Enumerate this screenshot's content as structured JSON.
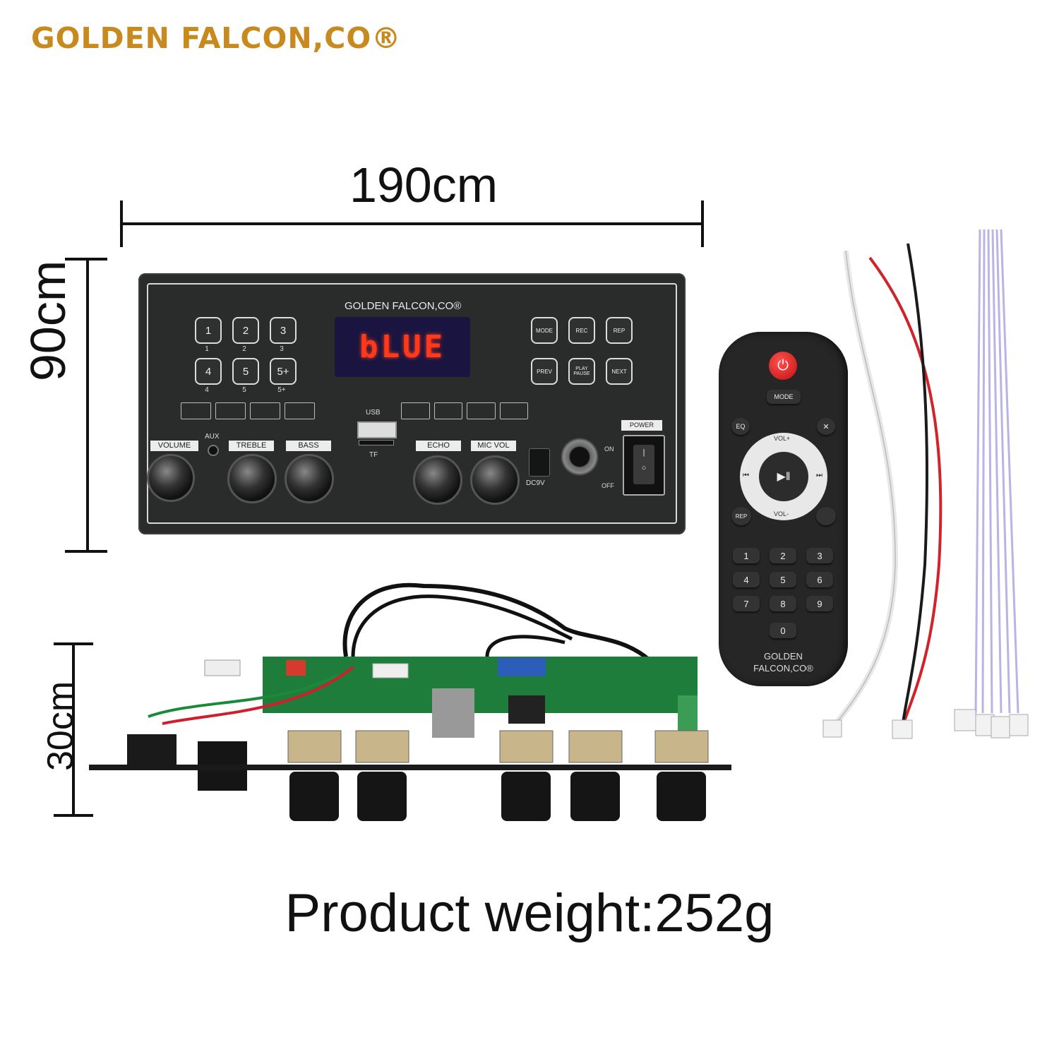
{
  "brand": "GOLDEN FALCON,CO®",
  "dimensions": {
    "width": "190cm",
    "height": "90cm",
    "depth": "30cm"
  },
  "weight": "Product weight:252g",
  "panel": {
    "brand": "GOLDEN FALCON,CO®",
    "display": "bLUE",
    "num_keys": [
      "1",
      "2",
      "3",
      "4",
      "5",
      "5+"
    ],
    "num_labels": [
      "1",
      "2",
      "3",
      "4",
      "5",
      "5+"
    ],
    "func_keys": [
      "MODE",
      "REC",
      "REP",
      "PREV",
      "PLAY PAUSE",
      "NEXT"
    ],
    "knob_labels": [
      "VOLUME",
      "TREBLE",
      "BASS",
      "ECHO",
      "MIC VOL"
    ],
    "aux": "AUX",
    "usb": "USB",
    "tf": "TF",
    "dc": "DC9V",
    "power": "POWER",
    "on": "ON",
    "off": "OFF"
  },
  "remote": {
    "mode": "MODE",
    "eq": "EQ",
    "vol_up": "VOL+",
    "vol_down": "VOL-",
    "rep": "REP",
    "keys": [
      "1",
      "2",
      "3",
      "4",
      "5",
      "6",
      "7",
      "8",
      "9",
      "0"
    ],
    "brand_line1": "GOLDEN",
    "brand_line2": "FALCON,CO®"
  },
  "colors": {
    "brand": "#c88a1e",
    "display": "#ff3a1a",
    "pcb": "#1f7d3c",
    "power_button": "#e02020"
  }
}
